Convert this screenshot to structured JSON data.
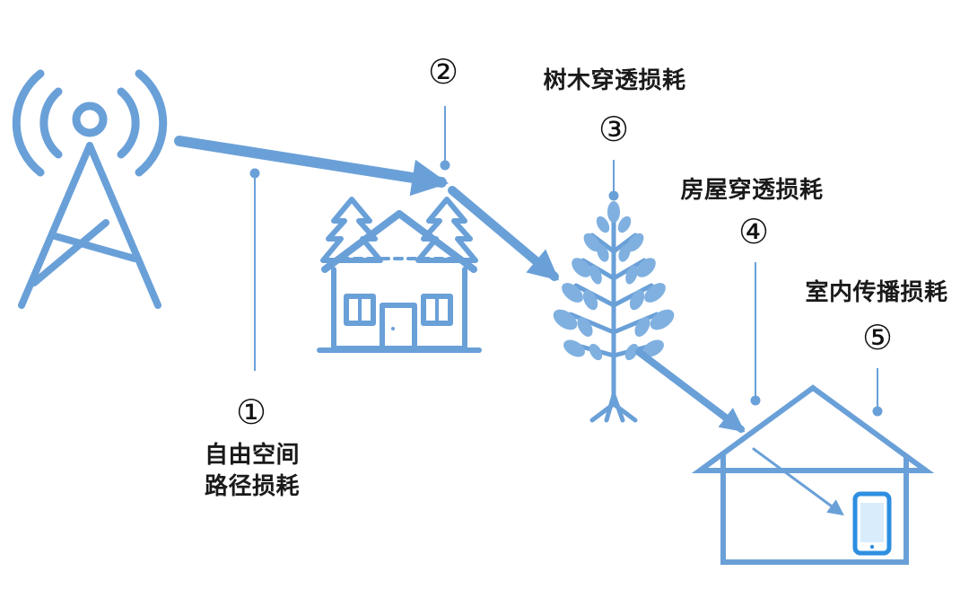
{
  "colors": {
    "primary": "#6aa0d8",
    "phone": "#2e8fe0",
    "text": "#1a1a1a"
  },
  "steps": [
    {
      "number": "①",
      "label_line1": "自由空间",
      "label_line2": "路径损耗"
    },
    {
      "number": "②"
    },
    {
      "number": "③",
      "label": "树木穿透损耗"
    },
    {
      "number": "④",
      "label": "房屋穿透损耗"
    },
    {
      "number": "⑤",
      "label": "室内传播损耗"
    }
  ],
  "icons": {
    "tower": "signal-tower-icon",
    "house_small": "house-with-trees-icon",
    "tree": "tree-icon",
    "house_large": "house-outline-icon",
    "phone": "smartphone-icon"
  }
}
